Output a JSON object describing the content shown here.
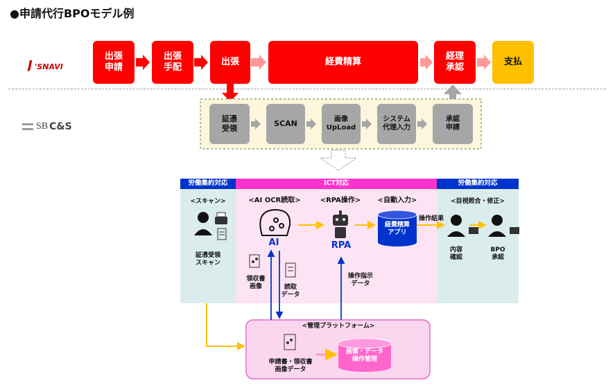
{
  "title": "●申請代行BPOモデル例",
  "logos": {
    "jsnavi": "J'SNAVI",
    "sbcs_prefix": "SB",
    "sbcs_name": "C&S"
  },
  "top_flow": {
    "steps": [
      "出張\n申請",
      "出張\n手配",
      "出張",
      "経費精算",
      "経理\n承認",
      "支払"
    ]
  },
  "bpo_flow": {
    "steps": [
      "証憑\n受領",
      "SCAN",
      "画像\nUpLoad",
      "システム\n代理入力",
      "承認\n申請"
    ]
  },
  "sections": {
    "left_header": "労働集約対応",
    "center_header": "ICT対応",
    "right_header": "労働集約対応",
    "scan_title": "<スキャン>",
    "ocr_title": "<AI OCR読取>",
    "rpa_title": "<RPA操作>",
    "auto_title": "<自動入力>",
    "check_title": "<目視照合・修正>"
  },
  "labels": {
    "receipt_scan": "証憑受領\nスキャン",
    "ai": "AI",
    "rpa": "RPA",
    "app": "経費精算\nアプリ",
    "result": "操作結果",
    "content_check": "内容\n確認",
    "bpo_approve": "BPO\n承認",
    "receipt_image": "領収書\n画像",
    "read_data": "読取\nデータ",
    "instruction_data": "操作指示\nデータ",
    "platform_title": "<管理プラットフォーム>",
    "platform_doc": "申請書・領収書\n画像データ",
    "platform_db": "画像・データ\n操作管理"
  },
  "colors": {
    "red": "#ff0000",
    "orange": "#ffc000",
    "pink_light": "#ff99cc",
    "blue_header": "#0033cc",
    "magenta_header": "#ff33cc",
    "teal_panel": "#dbecec"
  }
}
